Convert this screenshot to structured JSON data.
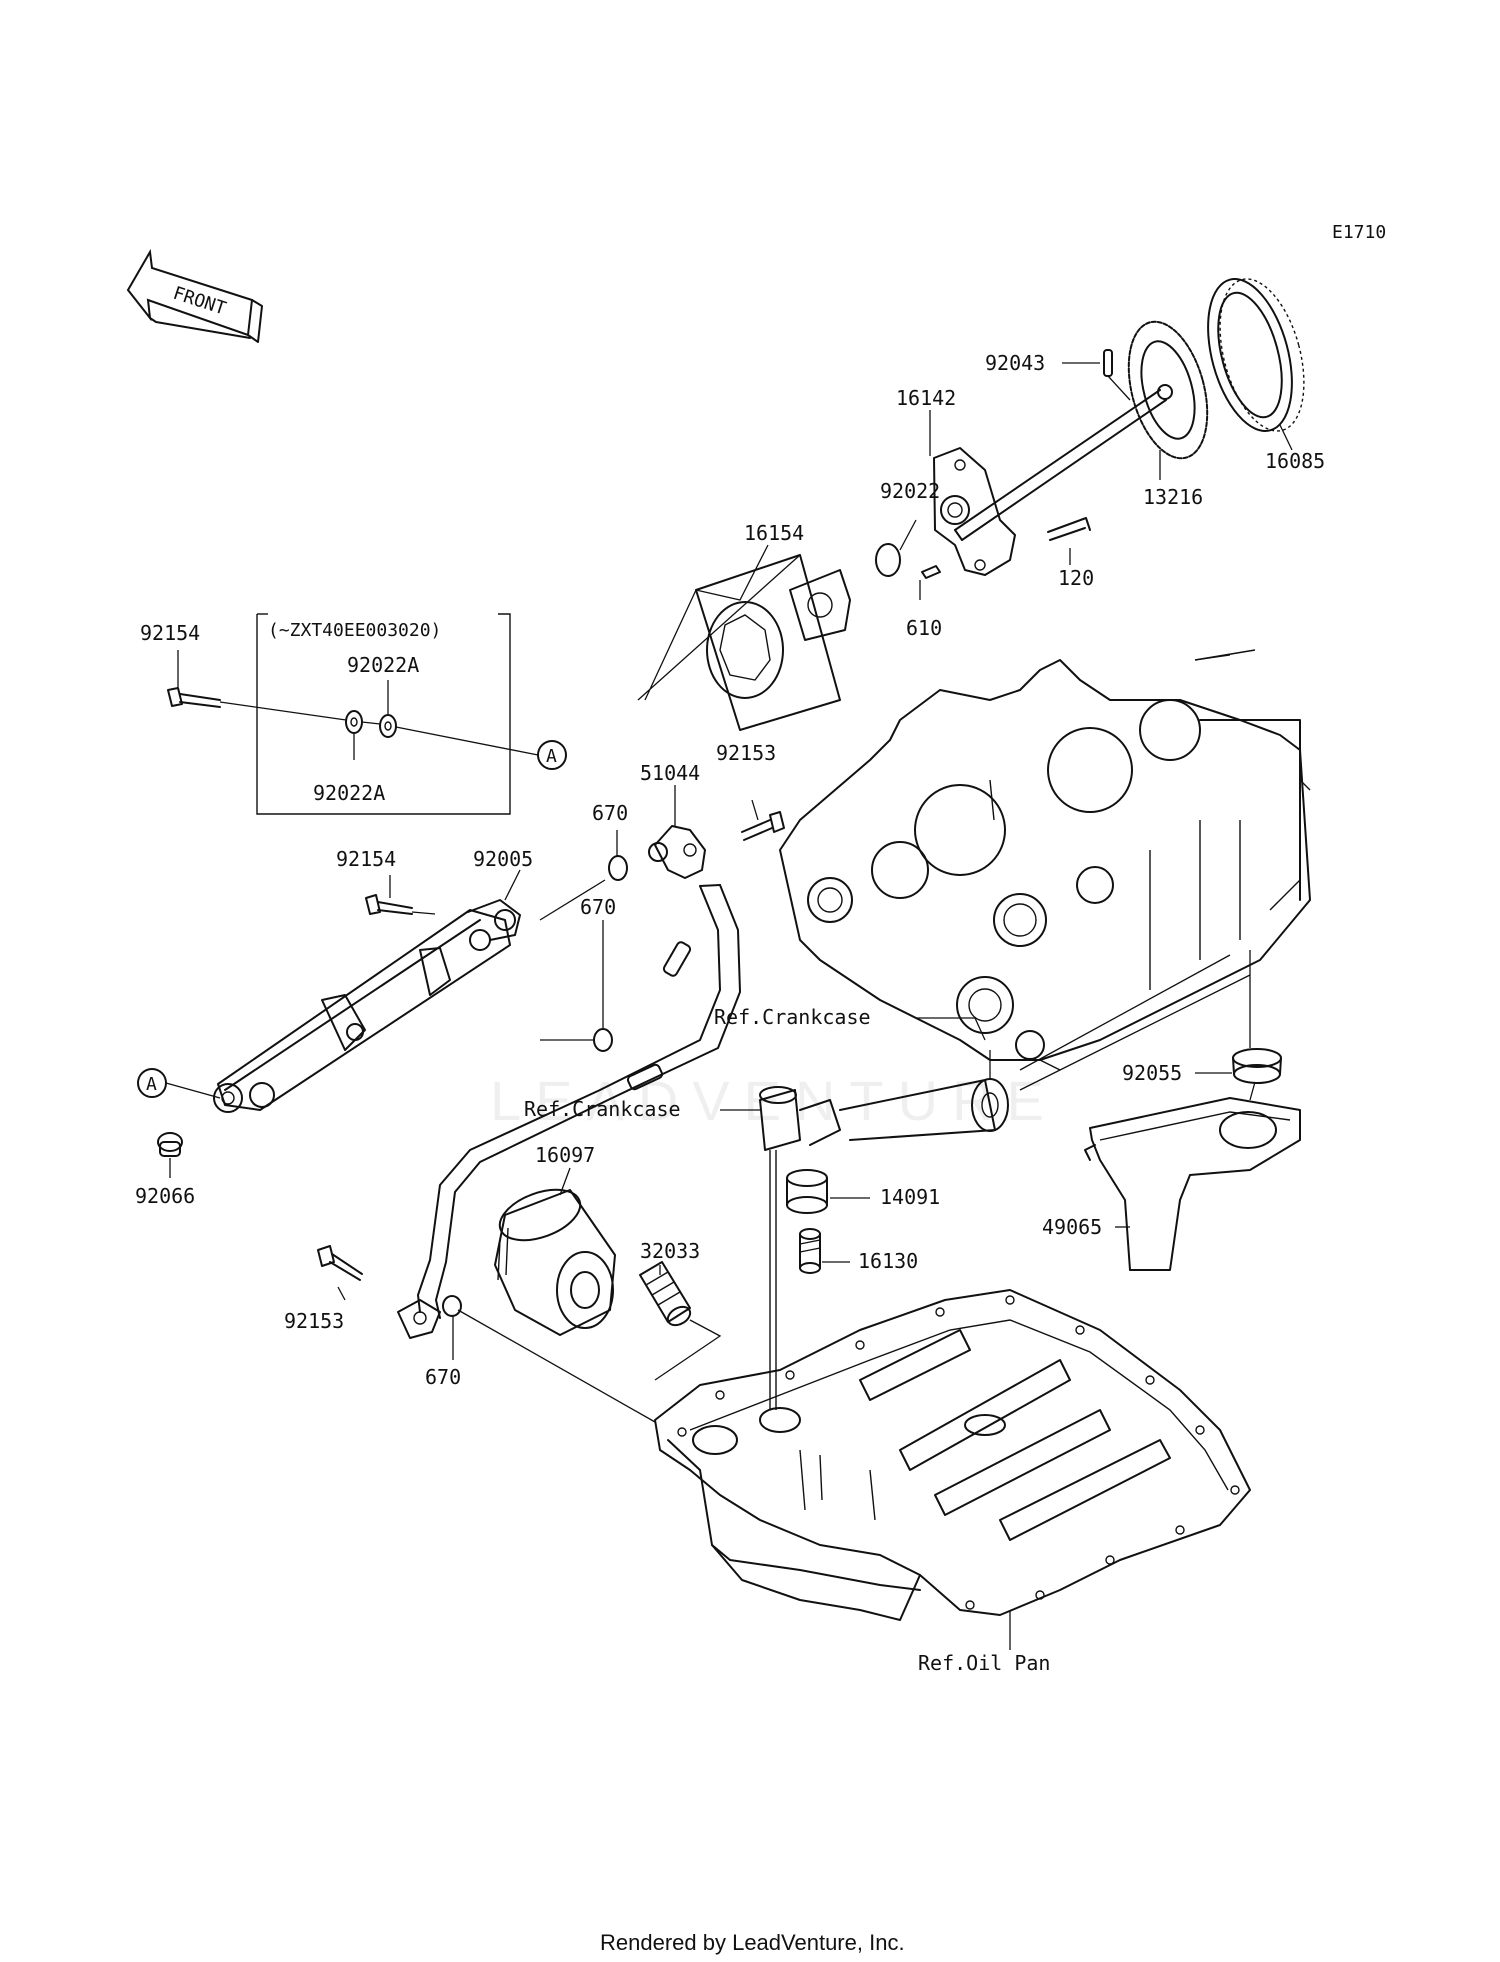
{
  "diagram": {
    "code": "E1710",
    "front_label": "FRONT",
    "variant_note": "(~ZXT40EE003020)",
    "footer": "Rendered by LeadVenture, Inc.",
    "watermark": "LEADVENTURE",
    "callouts": {
      "p92043": "92043",
      "p16142": "16142",
      "p16085": "16085",
      "p13216": "13216",
      "p92022": "92022",
      "p16154": "16154",
      "p120": "120",
      "p610": "610",
      "p92154_top": "92154",
      "p92022A_top": "92022A",
      "p92022A_bottom": "92022A",
      "pA_top": "A",
      "pA_left": "A",
      "p92153_top": "92153",
      "p51044": "51044",
      "p670_a": "670",
      "p670_b": "670",
      "p92154_mid": "92154",
      "p92005": "92005",
      "ref_crankcase_1": "Ref.Crankcase",
      "ref_crankcase_2": "Ref.Crankcase",
      "p92055": "92055",
      "p92066": "92066",
      "p16097": "16097",
      "p14091": "14091",
      "p32033": "32033",
      "p49065": "49065",
      "p16130": "16130",
      "p92153_bottom": "92153",
      "p670_c": "670",
      "ref_oil_pan": "Ref.Oil Pan"
    }
  }
}
